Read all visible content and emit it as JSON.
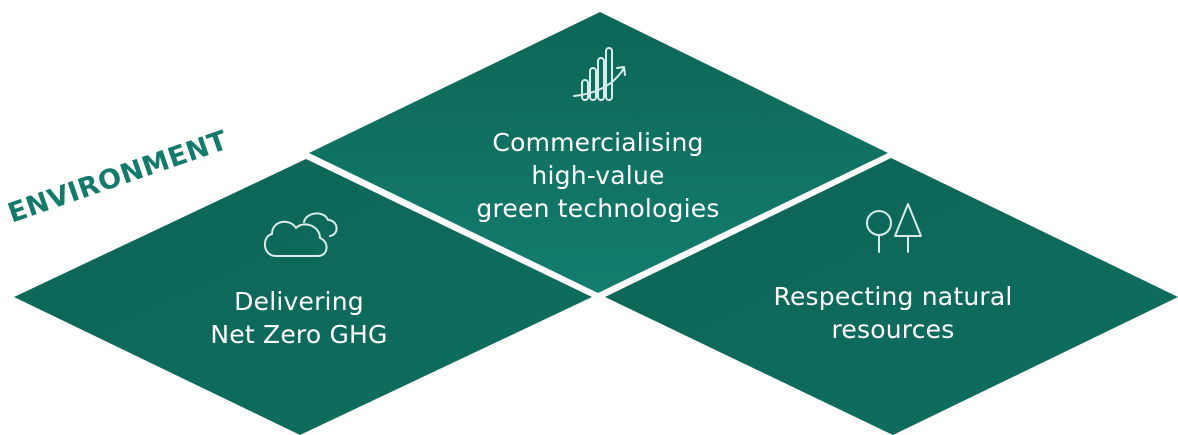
{
  "section_label": "ENVIRONMENT",
  "colors": {
    "tile_fill": "#0e6a5c",
    "tile_fill_center": "#127a6b",
    "label_green": "#137a6c",
    "text_white": "#ffffff",
    "icon_stroke": "#d8ece8"
  },
  "tiles": [
    {
      "id": "commercialising",
      "icon": "bar-chart-trend-icon",
      "lines": [
        "Commercialising",
        "high-value",
        "green technologies"
      ]
    },
    {
      "id": "net-zero",
      "icon": "cloud-icon",
      "lines": [
        "Delivering",
        "Net Zero GHG"
      ]
    },
    {
      "id": "natural-resources",
      "icon": "trees-icon",
      "lines": [
        "Respecting natural",
        "resources"
      ]
    }
  ]
}
